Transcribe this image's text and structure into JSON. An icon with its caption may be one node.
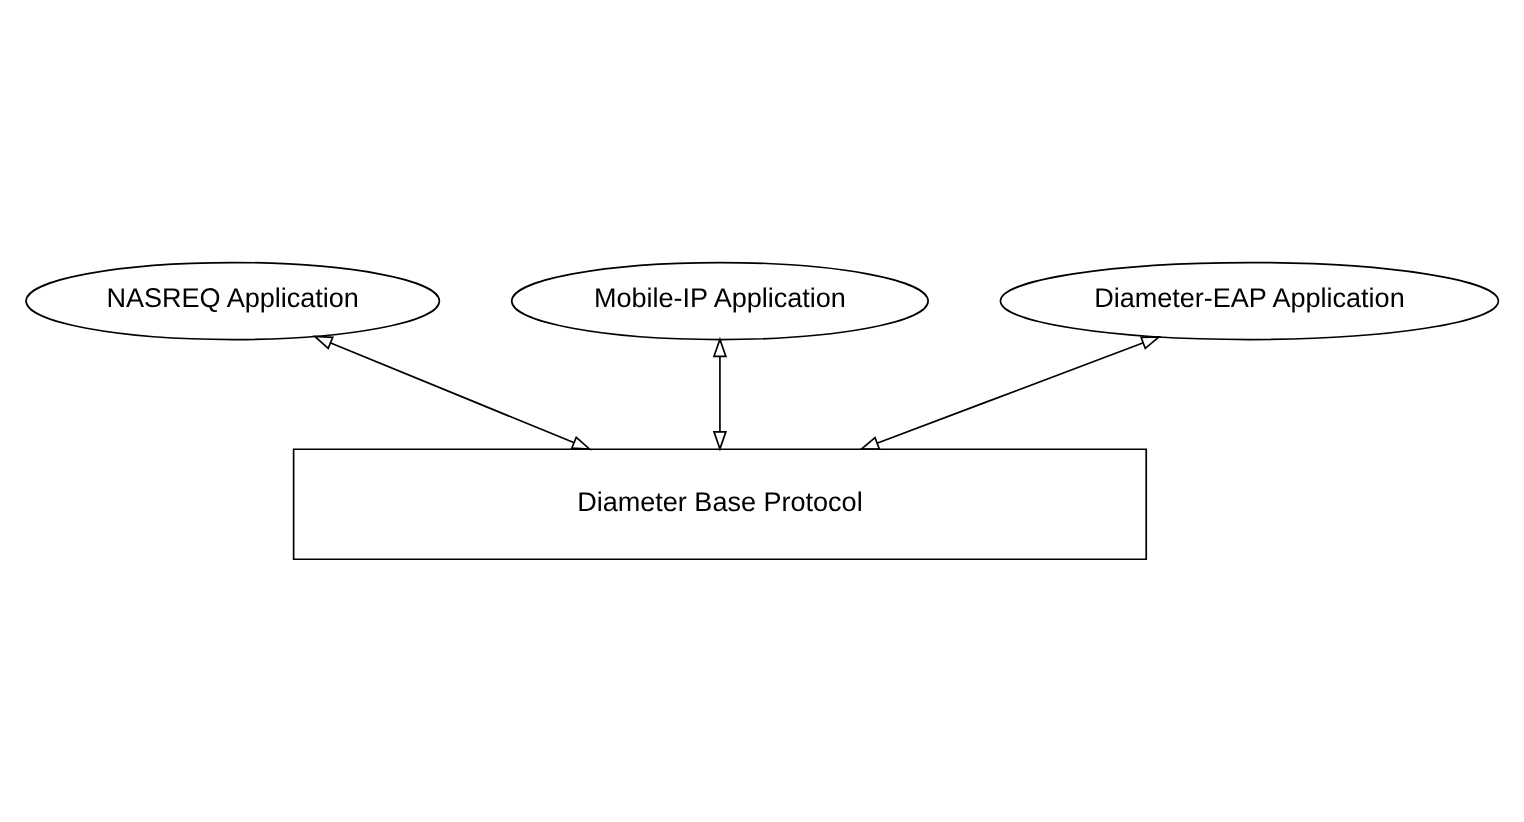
{
  "diagram": {
    "nodes": [
      {
        "text": [
          "NASREQ Application"
        ]
      },
      {
        "text": [
          "Mobile-IP Application"
        ]
      },
      {
        "text": [
          "Diameter-EAP Application"
        ]
      },
      {
        "text": [
          "Diameter Base Protocol"
        ]
      }
    ],
    "edges": [
      {
        "from": 0,
        "to": 3,
        "arrow": "both"
      },
      {
        "from": 1,
        "to": 3,
        "arrow": "both"
      },
      {
        "from": 2,
        "to": 3,
        "arrow": "both"
      }
    ]
  }
}
